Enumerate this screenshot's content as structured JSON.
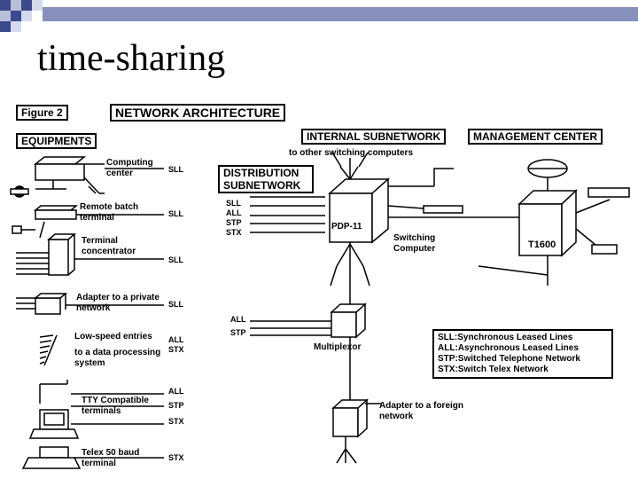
{
  "slide": {
    "title": "time-sharing"
  },
  "diagram": {
    "figure_label": "Figure 2",
    "heading": "NETWORK ARCHITECTURE",
    "equipments_label": "EQUIPMENTS",
    "internal_subnetwork_label": "INTERNAL SUBNETWORK",
    "management_center_label": "MANAGEMENT CENTER",
    "distribution_subnetwork_label": "DISTRIBUTION SUBNETWORK",
    "to_other_switching": "to other switching computers",
    "equipment": {
      "computing_center": "Computing center",
      "remote_batch_terminal": "Remote batch terminal",
      "terminal_concentrator": "Terminal concentrator",
      "adapter_private_network": "Adapter to a private network",
      "low_speed_entries": "Low-speed entries",
      "to_data_processing": "to a data processing system",
      "tty_compatible": "TTY Compatible terminals",
      "telex_50_baud": "Telex 50 baud terminal"
    },
    "line_codes": {
      "sll_1": "SLL",
      "sll_2": "SLL",
      "sll_3": "SLL",
      "sll_4": "SLL",
      "all_1": "ALL",
      "stx_1": "STX",
      "all_2": "ALL",
      "stp_1": "STP",
      "stx_2": "STX",
      "stx_3": "STX"
    },
    "distribution_codes": [
      "SLL",
      "ALL",
      "STP",
      "STX"
    ],
    "multiplexor_codes": [
      "ALL",
      "STP"
    ],
    "pdp11_label": "PDP-11",
    "switching_computer_label": "Switching Computer",
    "t1600_label": "T1600",
    "multiplexor_label": "Multiplexor",
    "adapter_foreign": "Adapter to a foreign network",
    "legend": [
      "SLL:Synchronous Leased Lines",
      "ALL:Asynchronous Leased Lines",
      "STP:Switched Telephone Network",
      "STX:Switch Telex Network"
    ]
  }
}
